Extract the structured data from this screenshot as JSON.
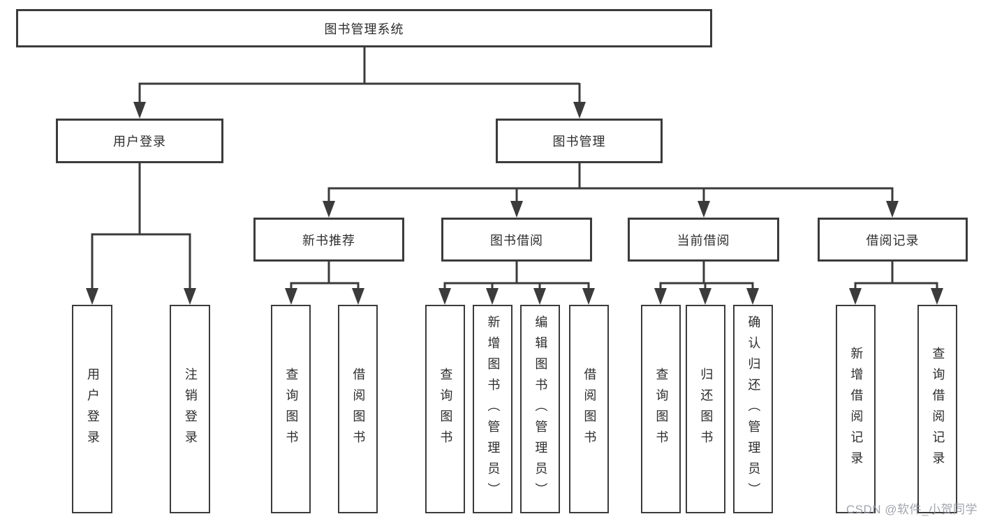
{
  "colors": {
    "line": "#3b3b3b",
    "box_border": "#3b3b3b",
    "text": "#2d2d2d",
    "watermark": "#989da5",
    "background": "#ffffff"
  },
  "watermark": {
    "text": "CSDN @软件_小贺同学"
  },
  "tree": {
    "root": {
      "label": "图书管理系统"
    },
    "branches": [
      {
        "label": "用户登录",
        "children": [
          {
            "label": "用户登录"
          },
          {
            "label": "注销登录"
          }
        ]
      },
      {
        "label": "图书管理",
        "children": [
          {
            "label": "新书推荐",
            "children": [
              {
                "label": "查询图书"
              },
              {
                "label": "借阅图书"
              }
            ]
          },
          {
            "label": "图书借阅",
            "children": [
              {
                "label": "查询图书"
              },
              {
                "label": "新增图书（管理员）"
              },
              {
                "label": "编辑图书（管理员）"
              },
              {
                "label": "借阅图书"
              }
            ]
          },
          {
            "label": "当前借阅",
            "children": [
              {
                "label": "查询图书"
              },
              {
                "label": "归还图书"
              },
              {
                "label": "确认归还（管理员）"
              }
            ]
          },
          {
            "label": "借阅记录",
            "children": [
              {
                "label": "新增借阅记录"
              },
              {
                "label": "查询借阅记录"
              }
            ]
          }
        ]
      }
    ]
  }
}
